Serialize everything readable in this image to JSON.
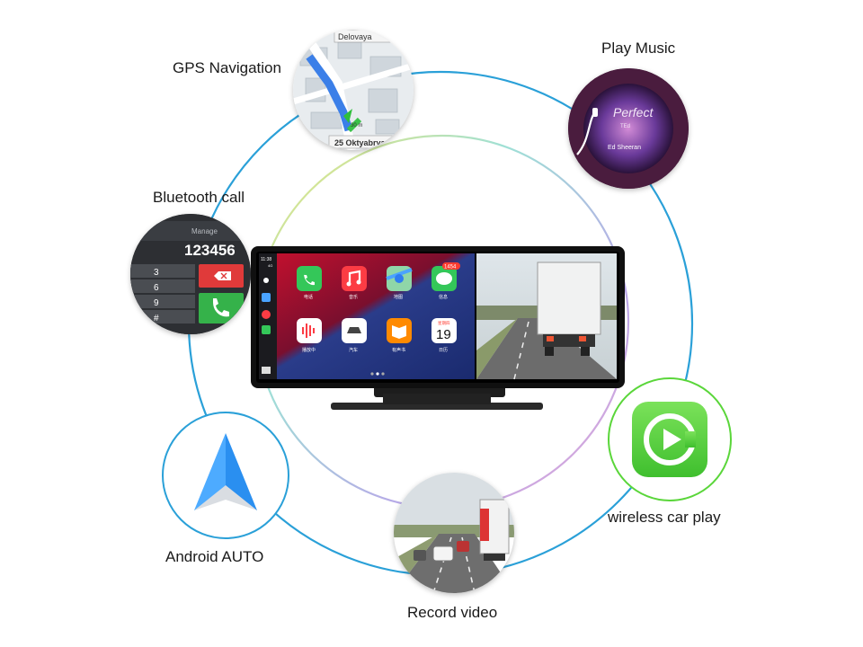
{
  "features": {
    "gps": "GPS Navigation",
    "music": "Play Music",
    "bluetooth": "Bluetooth call",
    "android": "Android AUTO",
    "carplay": "wireless car play",
    "record": "Record video"
  },
  "gps_map": {
    "street_top": "Delovaya",
    "street_bottom": "25 Oktyabrya",
    "distance": "30 m"
  },
  "music_disc": {
    "title": "Perfect",
    "subtitle": "TEd",
    "artist": "Ed Sheeran"
  },
  "phone": {
    "header": "Manage",
    "number": "123456",
    "keys": [
      "3",
      "6",
      "9",
      "#"
    ]
  },
  "device": {
    "status_time": "11:38",
    "status_signal": "4G",
    "badge_count": "1454",
    "apps": [
      {
        "label": "电话",
        "icon": "phone-icon",
        "color": "#34c759"
      },
      {
        "label": "音乐",
        "icon": "music-icon",
        "color": "#fc3c44"
      },
      {
        "label": "地图",
        "icon": "maps-icon",
        "color": "#4aa3ff"
      },
      {
        "label": "信息",
        "icon": "messages-icon",
        "color": "#34c759"
      },
      {
        "label": "播放中",
        "icon": "now-playing-icon",
        "color": "#ffffff"
      },
      {
        "label": "汽车",
        "icon": "car-icon",
        "color": "#ffffff"
      },
      {
        "label": "有声书",
        "icon": "audiobooks-icon",
        "color": "#ff8a00"
      },
      {
        "label": "日历",
        "icon": "calendar-icon",
        "color": "#ffffff"
      }
    ],
    "calendar_weekday": "星期四",
    "calendar_day": "19"
  },
  "colors": {
    "outer_ring": "#2aa0d8",
    "carplay_green": "#5ad63a",
    "android_blue": "#2a8ff0"
  }
}
